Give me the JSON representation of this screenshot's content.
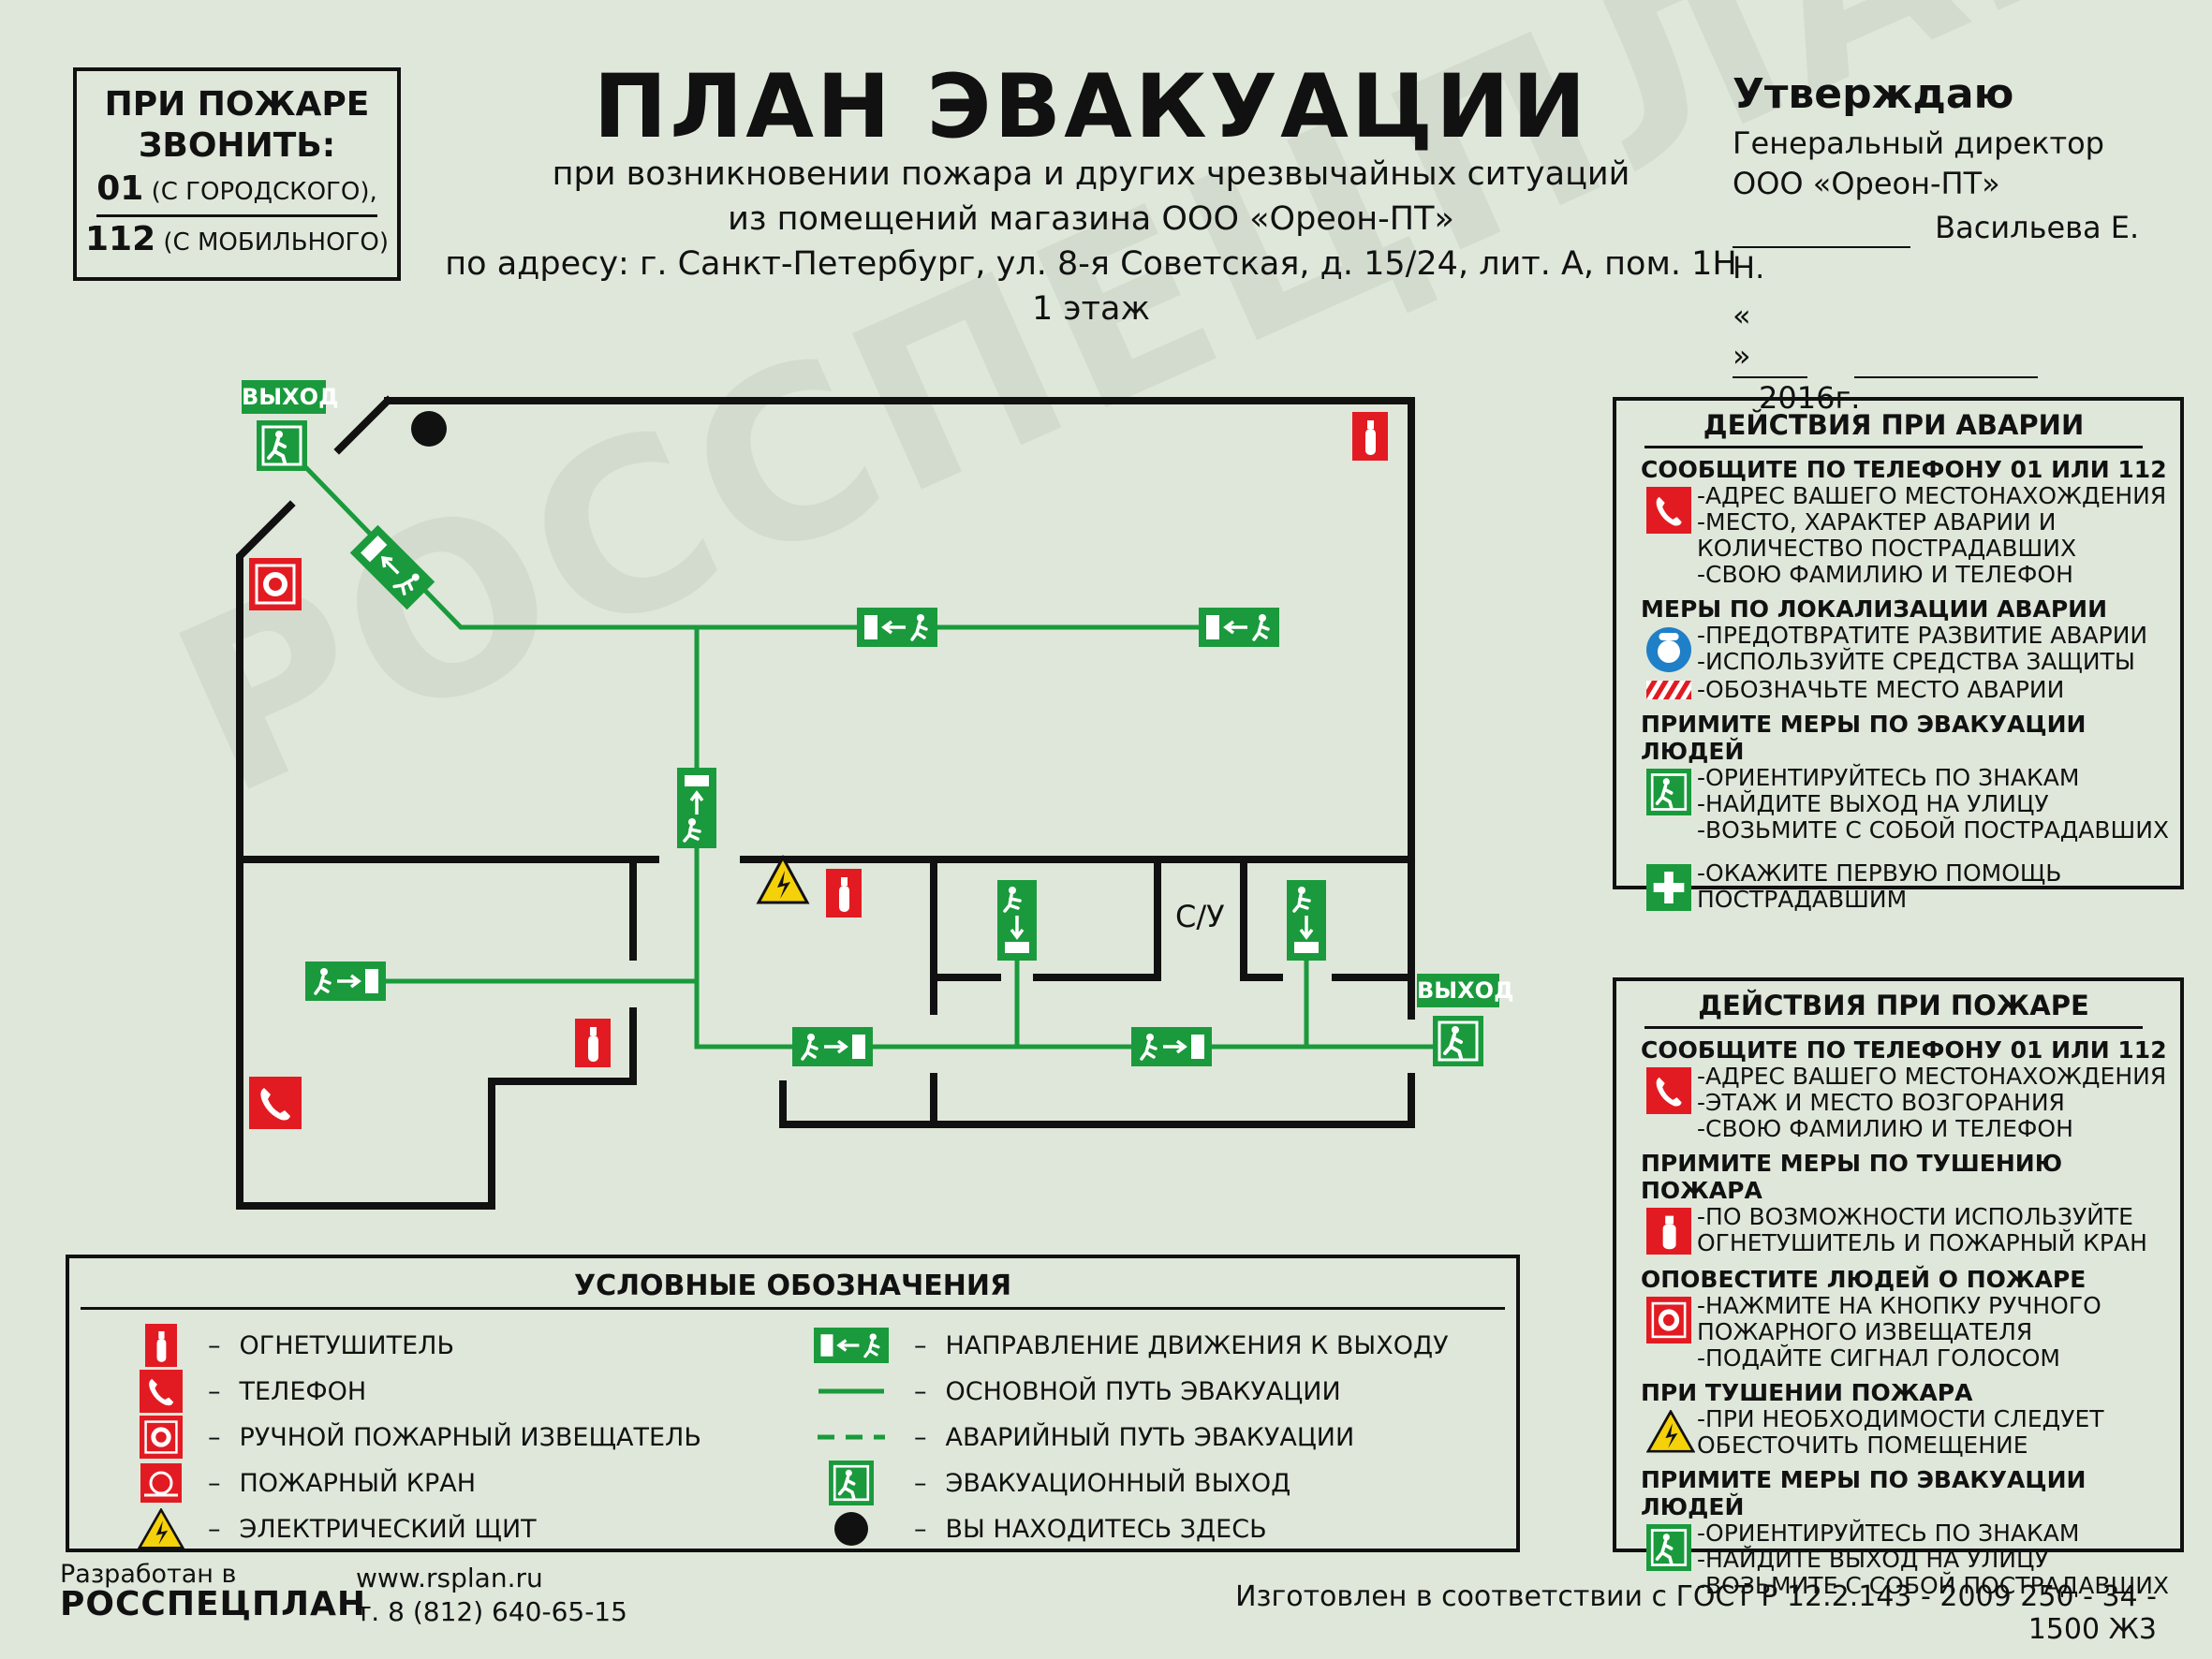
{
  "watermark": "РОССПЕЦПЛАН",
  "call_box": {
    "line1": "ПРИ ПОЖАРЕ",
    "line2": "ЗВОНИТЬ:",
    "city_number": "01",
    "city_note": "(С ГОРОДСКОГО),",
    "mobile_number": "112",
    "mobile_note": "(С МОБИЛЬНОГО)"
  },
  "header": {
    "title": "ПЛАН ЭВАКУАЦИИ",
    "subtitle_1": "при возникновении пожара и других чрезвычайных ситуаций",
    "subtitle_2": "из помещений магазина ООО «Ореон-ПТ»",
    "subtitle_3": "по адресу: г. Санкт-Петербург, ул. 8-я Советская, д. 15/24, лит. А, пом. 1Н",
    "floor": "1 этаж"
  },
  "approval": {
    "heading": "Утверждаю",
    "position": "Генеральный директор",
    "company": "ООО «Ореон-ПТ»",
    "signer": "Васильева Е. Н.",
    "quote_open": "«",
    "quote_close": "»",
    "year": "2016г."
  },
  "plan": {
    "exit_label": "ВЫХОД",
    "room_label": "С/У"
  },
  "legend": {
    "title": "УСЛОВНЫЕ ОБОЗНАЧЕНИЯ",
    "dash": "–",
    "items_left": [
      {
        "icon": "fire-extinguisher-icon",
        "label": "ОГНЕТУШИТЕЛЬ"
      },
      {
        "icon": "phone-icon",
        "label": "ТЕЛЕФОН"
      },
      {
        "icon": "manual-fire-alarm-icon",
        "label": "РУЧНОЙ ПОЖАРНЫЙ ИЗВЕЩАТЕЛЬ"
      },
      {
        "icon": "fire-hydrant-icon",
        "label": "ПОЖАРНЫЙ КРАН"
      },
      {
        "icon": "electric-panel-icon",
        "label": "ЭЛЕКТРИЧЕСКИЙ ЩИТ"
      }
    ],
    "items_right": [
      {
        "icon": "exit-direction-icon",
        "label": "НАПРАВЛЕНИЕ ДВИЖЕНИЯ К ВЫХОДУ"
      },
      {
        "icon": "main-route-line-icon",
        "label": "ОСНОВНОЙ ПУТЬ ЭВАКУАЦИИ"
      },
      {
        "icon": "emergency-route-dashed-icon",
        "label": "АВАРИЙНЫЙ ПУТЬ ЭВАКУАЦИИ"
      },
      {
        "icon": "evacuation-exit-icon",
        "label": "ЭВАКУАЦИОННЫЙ ВЫХОД"
      },
      {
        "icon": "you-are-here-dot-icon",
        "label": "ВЫ НАХОДИТЕСЬ ЗДЕСЬ"
      }
    ]
  },
  "accident_panel": {
    "title": "ДЕЙСТВИЯ ПРИ АВАРИИ",
    "blocks": [
      {
        "heading": "СООБЩИТЕ ПО ТЕЛЕФОНУ  01 ИЛИ 112",
        "icon": "phone-icon",
        "lines": [
          "-АДРЕС ВАШЕГО МЕСТОНАХОЖДЕНИЯ",
          "-МЕСТО, ХАРАКТЕР АВАРИИ И",
          "КОЛИЧЕСТВО ПОСТРАДАВШИХ",
          "-СВОЮ ФАМИЛИЮ И  ТЕЛЕФОН"
        ]
      },
      {
        "heading": "МЕРЫ ПО ЛОКАЛИЗАЦИИ АВАРИИ",
        "icon": "protective-gear-icon",
        "lines": [
          "-ПРЕДОТВРАТИТЕ РАЗВИТИЕ АВАРИИ",
          "-ИСПОЛЬЗУЙТЕ СРЕДСТВА ЗАЩИТЫ"
        ]
      },
      {
        "heading": "",
        "icon": "hazard-stripes-icon",
        "lines": [
          "-ОБОЗНАЧЬТЕ МЕСТО АВАРИИ"
        ]
      },
      {
        "heading": "ПРИМИТЕ МЕРЫ ПО ЭВАКУАЦИИ ЛЮДЕЙ",
        "icon": "evacuation-exit-icon",
        "lines": [
          "-ОРИЕНТИРУЙТЕСЬ ПО ЗНАКАМ",
          "-НАЙДИТЕ ВЫХОД НА УЛИЦУ",
          "-ВОЗЬМИТЕ С СОБОЙ ПОСТРАДАВШИХ"
        ]
      },
      {
        "heading": "",
        "icon": "first-aid-icon",
        "lines": [
          "-ОКАЖИТЕ ПЕРВУЮ ПОМОЩЬ",
          "ПОСТРАДАВШИМ"
        ]
      }
    ]
  },
  "fire_panel": {
    "title": "ДЕЙСТВИЯ ПРИ ПОЖАРЕ",
    "blocks": [
      {
        "heading": "СООБЩИТЕ ПО ТЕЛЕФОНУ  01 ИЛИ 112",
        "icon": "phone-icon",
        "lines": [
          "-АДРЕС ВАШЕГО МЕСТОНАХОЖДЕНИЯ",
          "-ЭТАЖ И МЕСТО ВОЗГОРАНИЯ",
          "-СВОЮ ФАМИЛИЮ И  ТЕЛЕФОН"
        ]
      },
      {
        "heading": "ПРИМИТЕ МЕРЫ ПО ТУШЕНИЮ ПОЖАРА",
        "icon": "fire-extinguisher-icon",
        "lines": [
          "-ПО ВОЗМОЖНОСТИ ИСПОЛЬЗУЙТЕ",
          "ОГНЕТУШИТЕЛЬ И ПОЖАРНЫЙ КРАН"
        ]
      },
      {
        "heading": "ОПОВЕСТИТЕ ЛЮДЕЙ О ПОЖАРЕ",
        "icon": "manual-fire-alarm-icon",
        "lines": [
          "-НАЖМИТЕ НА КНОПКУ РУЧНОГО",
          " ПОЖАРНОГО ИЗВЕЩАТЕЛЯ",
          "-ПОДАЙТЕ СИГНАЛ ГОЛОСОМ"
        ]
      },
      {
        "heading": "ПРИ ТУШЕНИИ ПОЖАРА",
        "icon": "electric-panel-icon",
        "lines": [
          "-ПРИ НЕОБХОДИМОСТИ СЛЕДУЕТ",
          "ОБЕСТОЧИТЬ ПОМЕЩЕНИЕ"
        ]
      },
      {
        "heading": "ПРИМИТЕ МЕРЫ ПО ЭВАКУАЦИИ ЛЮДЕЙ",
        "icon": "evacuation-exit-icon",
        "lines": [
          "-ОРИЕНТИРУЙТЕСЬ ПО ЗНАКАМ",
          "-НАЙДИТЕ ВЫХОД НА УЛИЦУ",
          "-ВОЗЬМИТЕ С СОБОЙ ПОСТРАДАВШИХ"
        ]
      }
    ]
  },
  "footer": {
    "developed_by": "Разработан в",
    "brand": "РОССПЕЦПЛАН",
    "website": "www.rsplan.ru",
    "phone": "т. 8 (812) 640-65-15",
    "standard": "Изготовлен в соответствии с ГОСТ Р 12.2.143 - 2009 250 - 34 - 1500 Ж3"
  },
  "colors": {
    "green": "#1a9a3c",
    "red": "#e21b22",
    "wall": "#111111",
    "background": "#dfe7da",
    "yellow": "#f5d10a"
  }
}
